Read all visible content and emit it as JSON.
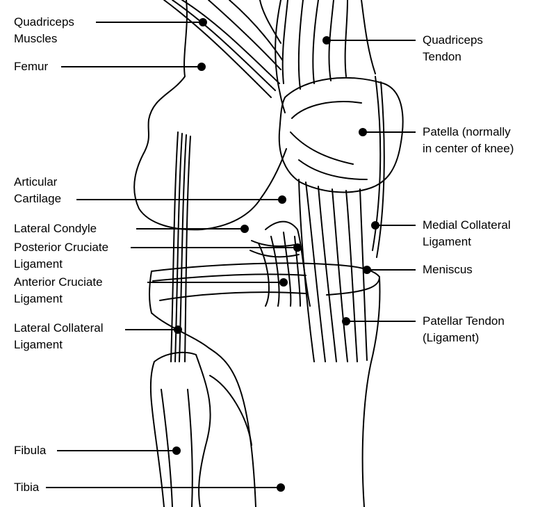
{
  "labels": {
    "quadriceps_muscles": [
      "Quadriceps",
      "Muscles"
    ],
    "femur": [
      "Femur"
    ],
    "articular_cartilage": [
      "Articular",
      "Cartilage"
    ],
    "lateral_condyle": [
      "Lateral Condyle"
    ],
    "posterior_cruciate": [
      "Posterior Cruciate",
      "Ligament"
    ],
    "anterior_cruciate": [
      "Anterior Cruciate",
      "Ligament"
    ],
    "lateral_collateral": [
      "Lateral Collateral",
      "Ligament"
    ],
    "fibula": [
      "Fibula"
    ],
    "tibia": [
      "Tibia"
    ],
    "quadriceps_tendon": [
      "Quadriceps",
      "Tendon"
    ],
    "patella": [
      "Patella (normally",
      "in center of knee)"
    ],
    "medial_collateral": [
      "Medial Collateral",
      "Ligament"
    ],
    "meniscus": [
      "Meniscus"
    ],
    "patellar_tendon": [
      "Patellar Tendon",
      "(Ligament)"
    ]
  },
  "colors": {
    "ink": "#000000",
    "paper": "#ffffff"
  }
}
